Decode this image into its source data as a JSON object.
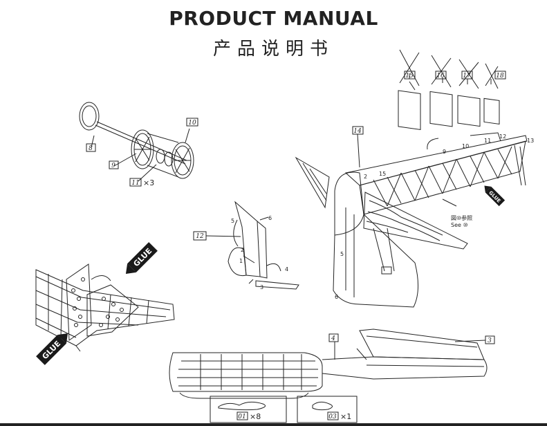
{
  "header": {
    "title": "PRODUCT MANUAL",
    "subtitle": "产品说明书"
  },
  "parts": {
    "p3": "3",
    "p4": "4",
    "p8": "8",
    "p9": "9",
    "p10": "10",
    "p11": "11",
    "p12": "12",
    "p14": "14",
    "p15": "15",
    "p16": "16",
    "p17": "17",
    "p18": "18",
    "p01": "01",
    "p03": "03"
  },
  "quantities": {
    "q11": "×3",
    "q01": "×8",
    "q03": "×1"
  },
  "steps": {
    "s1": "1",
    "s2": "2",
    "s3": "3",
    "s4": "4",
    "s5": "5",
    "s6": "6"
  },
  "fuselage_marks": {
    "m2": "2",
    "m5": "5",
    "m6": "6",
    "m9": "9",
    "m10": "10",
    "m11": "11",
    "m12": "12",
    "m13": "13",
    "m15": "15"
  },
  "glue": {
    "label": "GLUE"
  },
  "see_note": {
    "cn": "図⑩参照",
    "en": "See ⑩"
  },
  "colors": {
    "line": "#222222",
    "glue_bg": "#1a1a1a"
  }
}
